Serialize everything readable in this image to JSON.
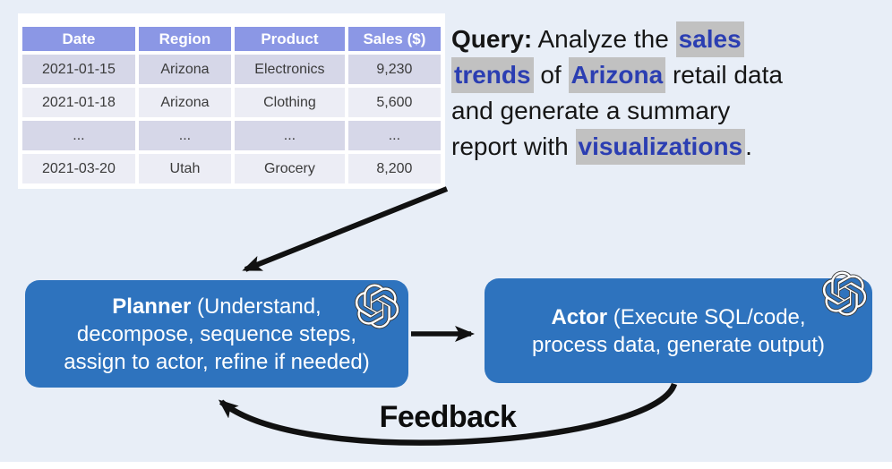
{
  "colors": {
    "background": "#E8EEF7",
    "panel": "#FFFFFF",
    "table_header_bg": "#8B97E5",
    "table_row_odd": "#D6D7E8",
    "table_row_even": "#ECEDF5",
    "box_blue": "#2E73BE",
    "highlight_bg": "#C1C1C1",
    "highlight_text": "#2B3EB2",
    "arrow_black": "#111111"
  },
  "table": {
    "headers": [
      "Date",
      "Region",
      "Product",
      "Sales ($)"
    ],
    "rows": [
      [
        "2021-01-15",
        "Arizona",
        "Electronics",
        "9,230"
      ],
      [
        "2021-01-18",
        "Arizona",
        "Clothing",
        "5,600"
      ],
      [
        "...",
        "...",
        "...",
        "..."
      ],
      [
        "2021-03-20",
        "Utah",
        "Grocery",
        "8,200"
      ]
    ]
  },
  "query": {
    "lines": [
      [
        {
          "text": "Query:",
          "bold": true
        },
        {
          "text": " Analyze the "
        },
        {
          "text": "sales",
          "highlight": true
        }
      ],
      [
        {
          "text": "trends",
          "highlight": true
        },
        {
          "text": " of "
        },
        {
          "text": "Arizona",
          "highlight": true
        },
        {
          "text": " retail data"
        }
      ],
      [
        {
          "text": "and generate a summary"
        }
      ],
      [
        {
          "text": "report with "
        },
        {
          "text": "visualizations",
          "highlight": true
        },
        {
          "text": "."
        }
      ]
    ]
  },
  "planner": {
    "icon": "openai-logo",
    "lines": [
      [
        {
          "text": "Planner",
          "bold": true
        },
        {
          "text": " (Understand,"
        }
      ],
      [
        {
          "text": "decompose, sequence steps,"
        }
      ],
      [
        {
          "text": "assign to actor, refine if needed)"
        }
      ]
    ]
  },
  "actor": {
    "icon": "openai-logo",
    "lines": [
      [
        {
          "text": "Actor",
          "bold": true
        },
        {
          "text": " (Execute SQL/code,"
        }
      ],
      [
        {
          "text": "process data, generate output)"
        }
      ]
    ]
  },
  "feedback_label": "Feedback"
}
